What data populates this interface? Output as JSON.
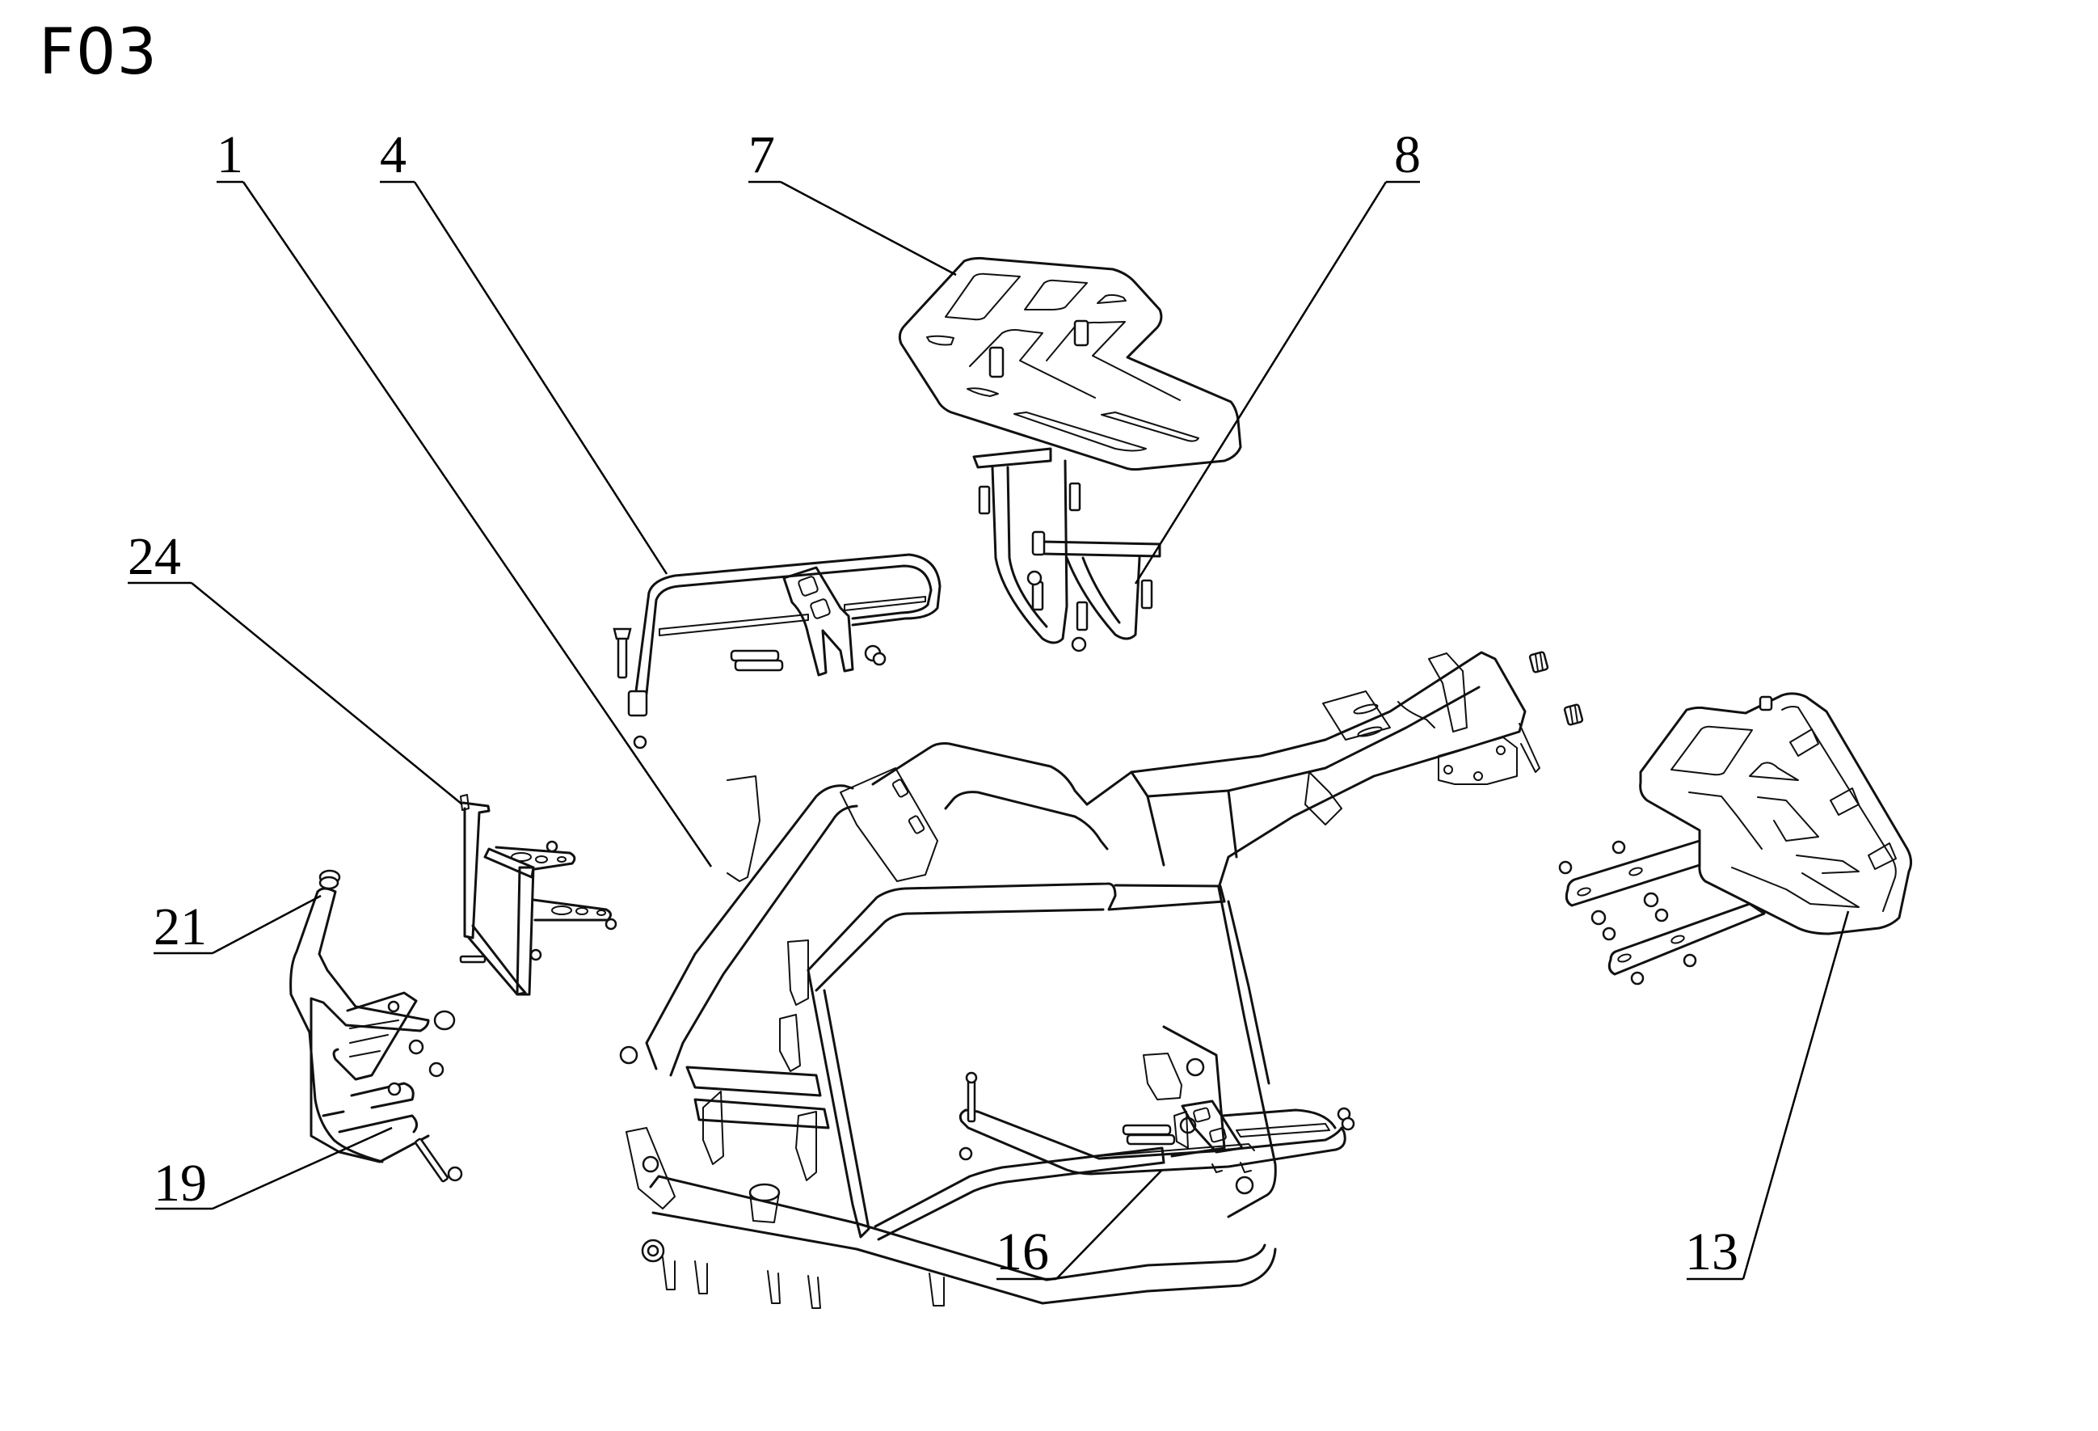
{
  "page": {
    "title": "F03"
  },
  "callouts": [
    {
      "id": "1",
      "label": "1",
      "part": "main-frame"
    },
    {
      "id": "4",
      "label": "4",
      "part": "front-step-bar"
    },
    {
      "id": "7",
      "label": "7",
      "part": "front-rack"
    },
    {
      "id": "8",
      "label": "8",
      "part": "front-rack-bracket"
    },
    {
      "id": "24",
      "label": "24",
      "part": "front-bracket"
    },
    {
      "id": "21",
      "label": "21",
      "part": "tube-end-cap"
    },
    {
      "id": "19",
      "label": "19",
      "part": "front-bumper"
    },
    {
      "id": "16",
      "label": "16",
      "part": "footrest-bar"
    },
    {
      "id": "13",
      "label": "13",
      "part": "rear-rack"
    }
  ],
  "style": {
    "line_color": "#111111",
    "background": "#ffffff"
  }
}
